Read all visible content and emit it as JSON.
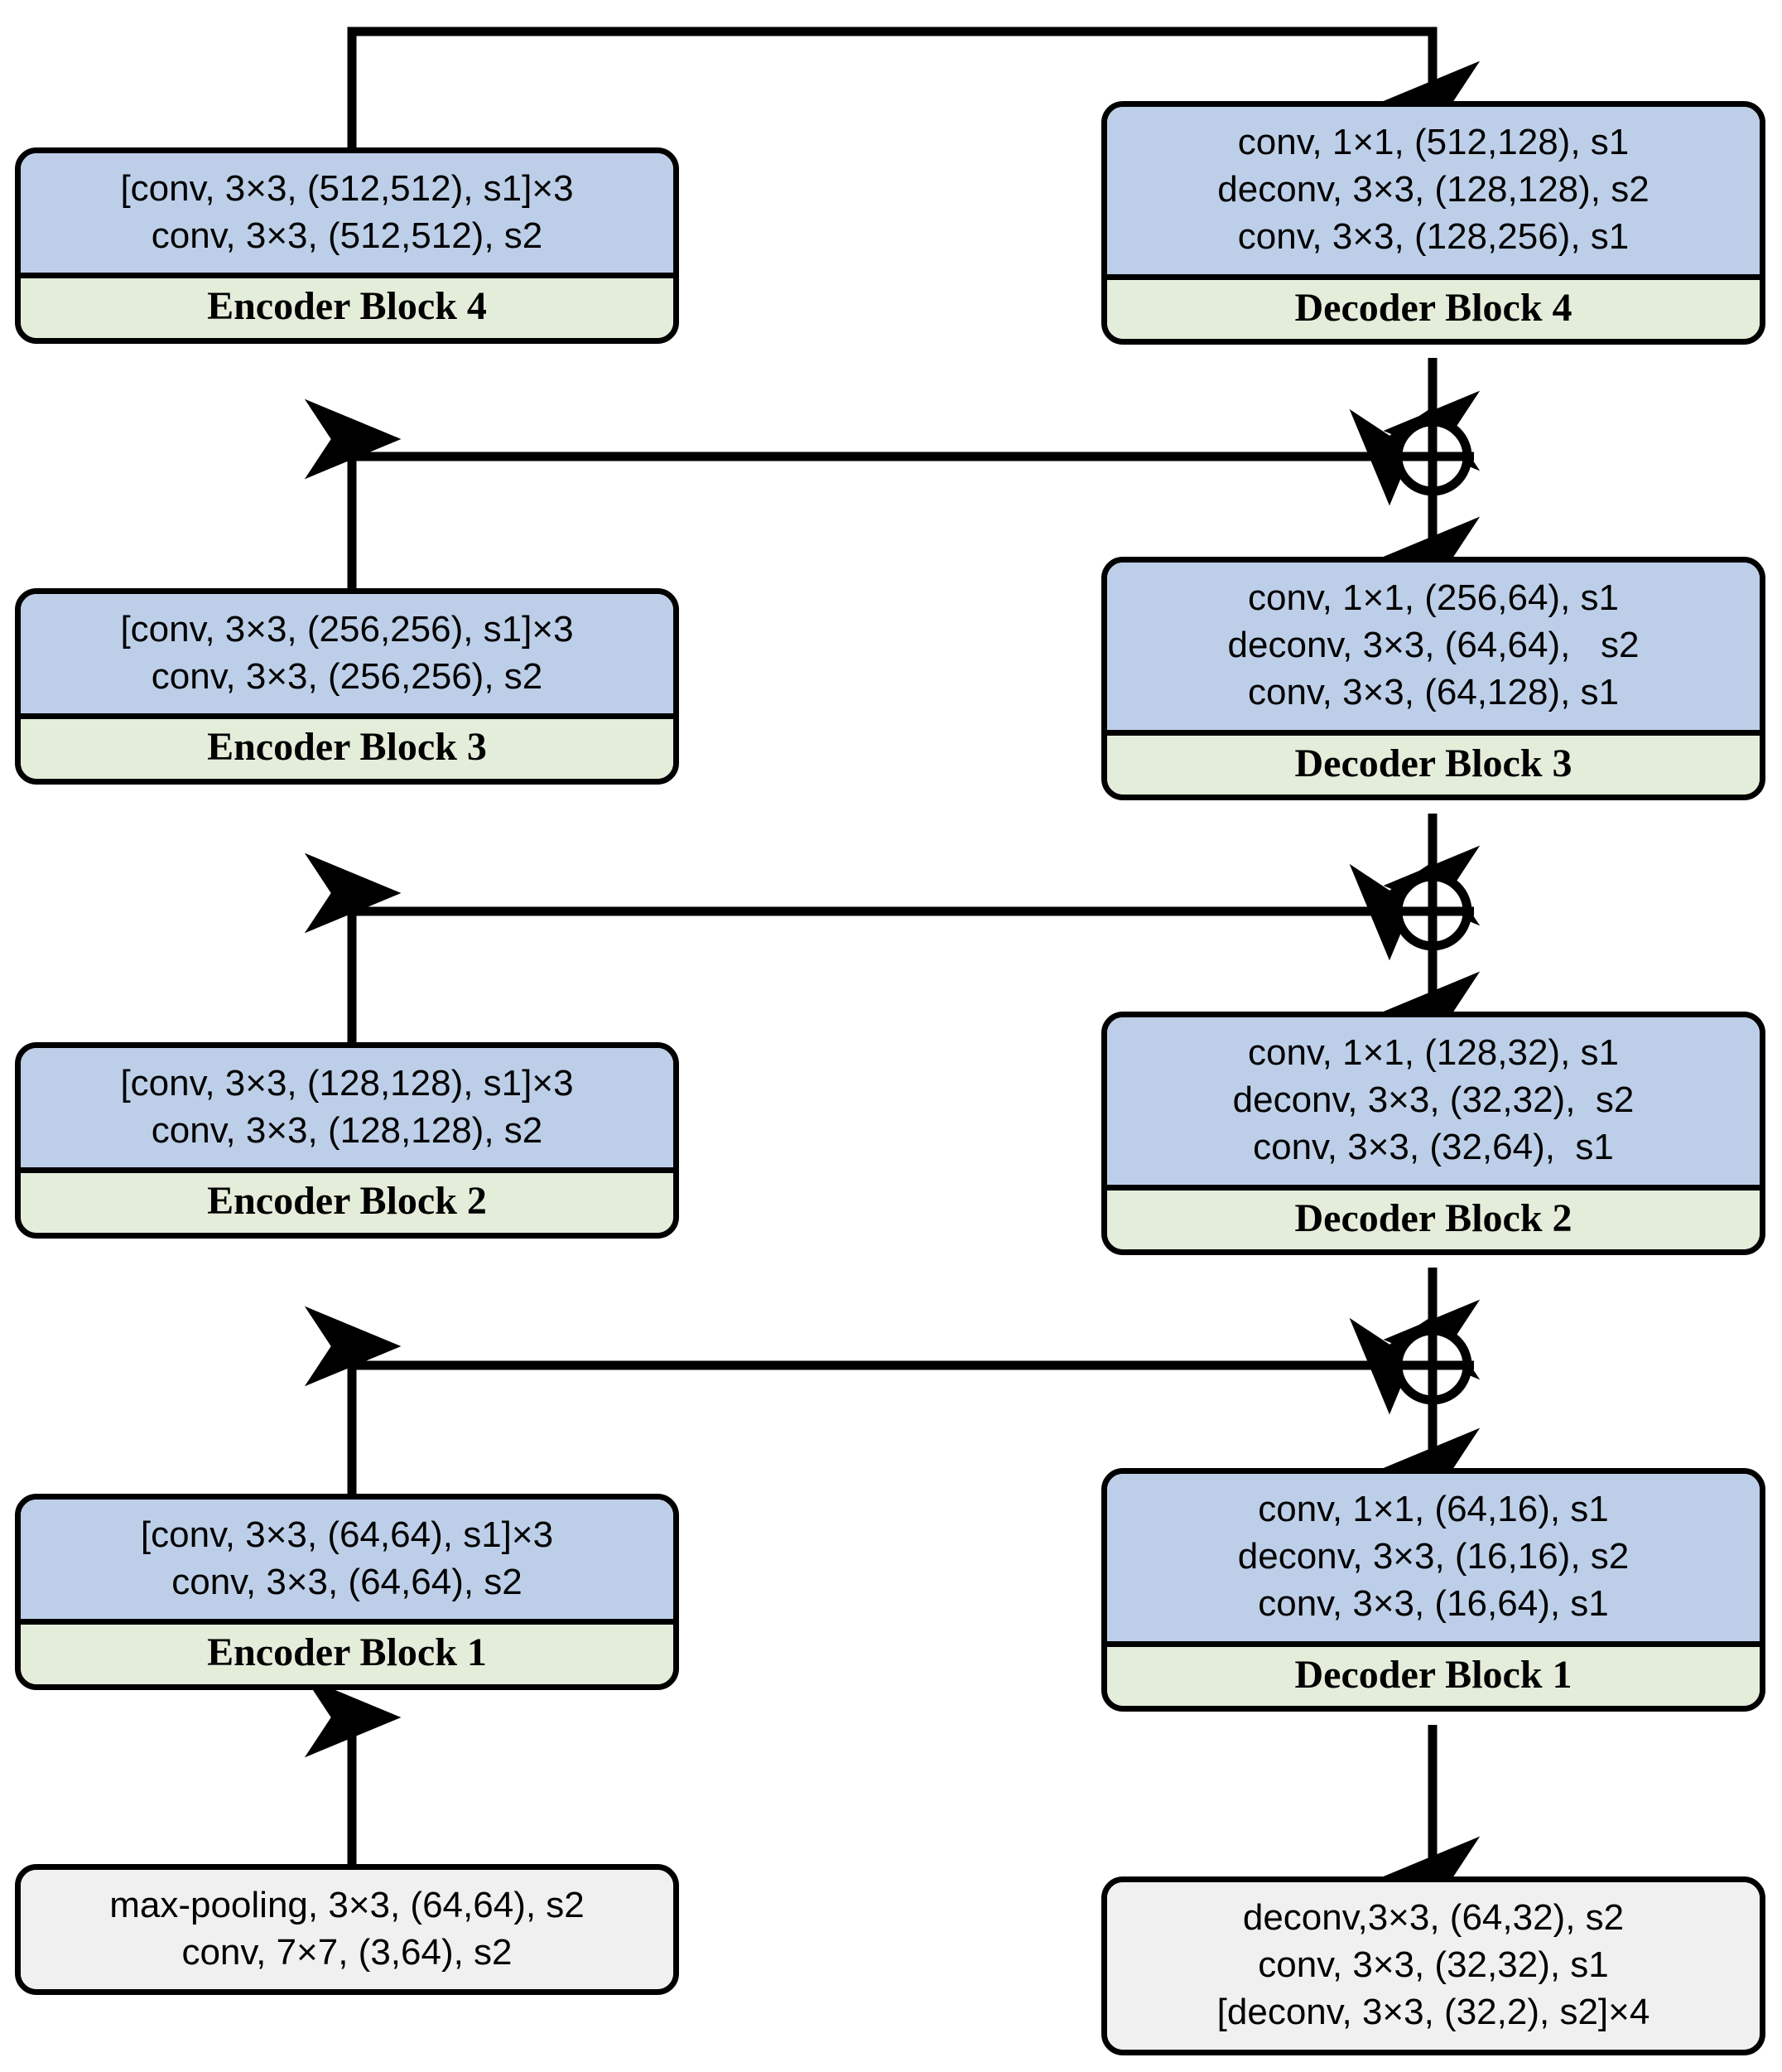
{
  "diagram": {
    "type": "neural-network-architecture",
    "title_present": false,
    "colors": {
      "ops_block": "#bdcfe8",
      "label_block": "#e3edda",
      "plain_block": "#f0f0f0",
      "stroke": "#000000",
      "background": "#ffffff"
    },
    "icons": {
      "add_symbol": "circled-plus",
      "arrow": "arrowhead"
    }
  },
  "encoder": {
    "block4": {
      "label": "Encoder Block 4",
      "ops": [
        "[conv, 3×3, (512,512), s1]×3",
        "conv, 3×3, (512,512), s2"
      ]
    },
    "block3": {
      "label": "Encoder Block 3",
      "ops": [
        "[conv, 3×3, (256,256), s1]×3",
        "conv, 3×3, (256,256), s2"
      ]
    },
    "block2": {
      "label": "Encoder Block 2",
      "ops": [
        "[conv, 3×3, (128,128), s1]×3",
        "conv, 3×3, (128,128), s2"
      ]
    },
    "block1": {
      "label": "Encoder Block 1",
      "ops": [
        "[conv, 3×3, (64,64), s1]×3",
        "conv, 3×3, (64,64), s2"
      ]
    },
    "stem": {
      "ops": [
        "max-pooling, 3×3, (64,64), s2",
        "conv, 7×7, (3,64), s2"
      ]
    }
  },
  "decoder": {
    "block4": {
      "label": "Decoder Block 4",
      "ops": [
        "conv, 1×1, (512,128), s1",
        "deconv, 3×3, (128,128), s2",
        "conv, 3×3, (128,256), s1"
      ]
    },
    "block3": {
      "label": "Decoder Block 3",
      "ops": [
        "conv, 1×1, (256,64), s1",
        "deconv, 3×3, (64,64),   s2",
        "conv, 3×3, (64,128), s1"
      ]
    },
    "block2": {
      "label": "Decoder Block 2",
      "ops": [
        "conv, 1×1, (128,32), s1",
        "deconv, 3×3, (32,32),  s2",
        "conv, 3×3, (32,64),  s1"
      ]
    },
    "block1": {
      "label": "Decoder Block 1",
      "ops": [
        "conv, 1×1, (64,16), s1",
        "deconv, 3×3, (16,16), s2",
        "conv, 3×3, (16,64), s1"
      ]
    },
    "head": {
      "ops": [
        "deconv,3×3, (64,32), s2",
        "conv, 3×3, (32,32), s1",
        "[deconv, 3×3, (32,2), s2]×4"
      ]
    }
  },
  "skip_connections": [
    {
      "from": "encoder-block-4-top",
      "to": "decoder-block-4-top",
      "kind": "routed"
    },
    {
      "from": "encoder-block-3-output",
      "to": "add-node-4",
      "kind": "horizontal"
    },
    {
      "from": "encoder-block-2-output",
      "to": "add-node-3",
      "kind": "horizontal"
    },
    {
      "from": "encoder-block-1-output",
      "to": "add-node-2",
      "kind": "horizontal"
    }
  ]
}
